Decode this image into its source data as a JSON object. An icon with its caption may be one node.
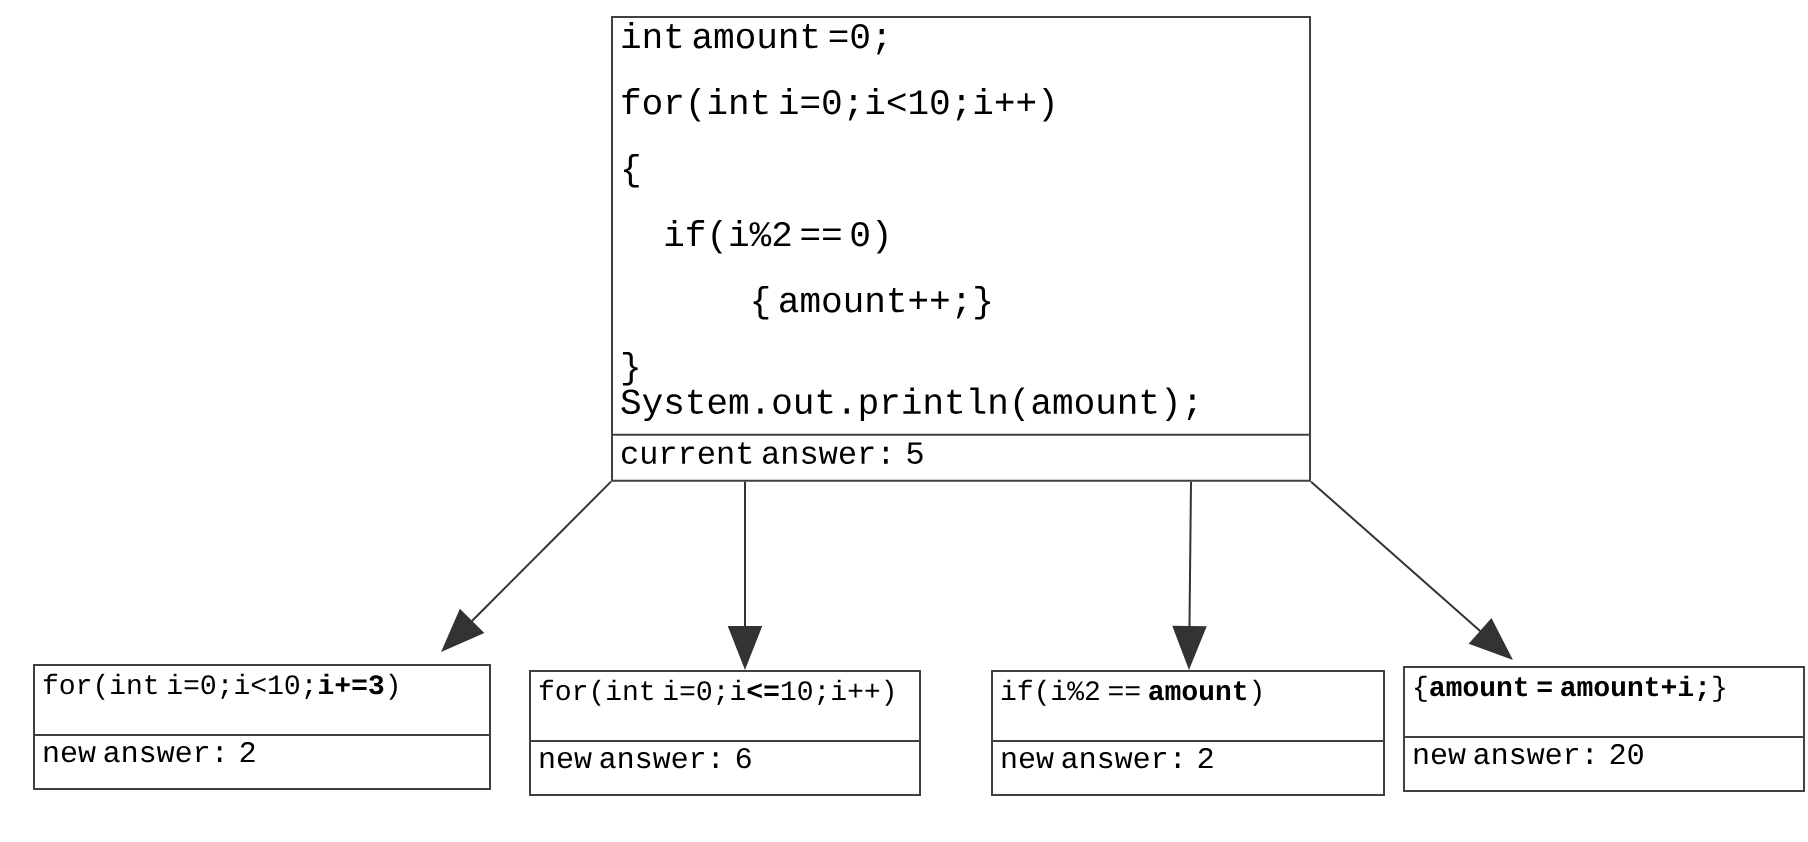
{
  "diagram": {
    "nodes": [
      {
        "text": [
          "int amount =0;",
          "for(int i=0;i<10;i++)",
          "{",
          "if(i%2 == 0)",
          "{ amount++;}",
          "}",
          "System.out.println(amount);",
          "current answer: 5"
        ]
      },
      {
        "text": [
          "for(int i=0;i<10;**i+=3**)",
          "new answer: 2"
        ]
      },
      {
        "text": [
          "for(int i=0;i**<=**10;i++)",
          "new answer: 6"
        ]
      },
      {
        "text": [
          "if(i%2 == **amount**)",
          "new answer: 2"
        ]
      },
      {
        "text": [
          "{**amount = amount+i;**}",
          "new answer: 20"
        ]
      }
    ],
    "edges": [
      {
        "from": 0,
        "to": 1,
        "arrow": "to"
      },
      {
        "from": 0,
        "to": 2,
        "arrow": "to"
      },
      {
        "from": 0,
        "to": 3,
        "arrow": "to"
      },
      {
        "from": 0,
        "to": 4,
        "arrow": "to"
      }
    ]
  }
}
